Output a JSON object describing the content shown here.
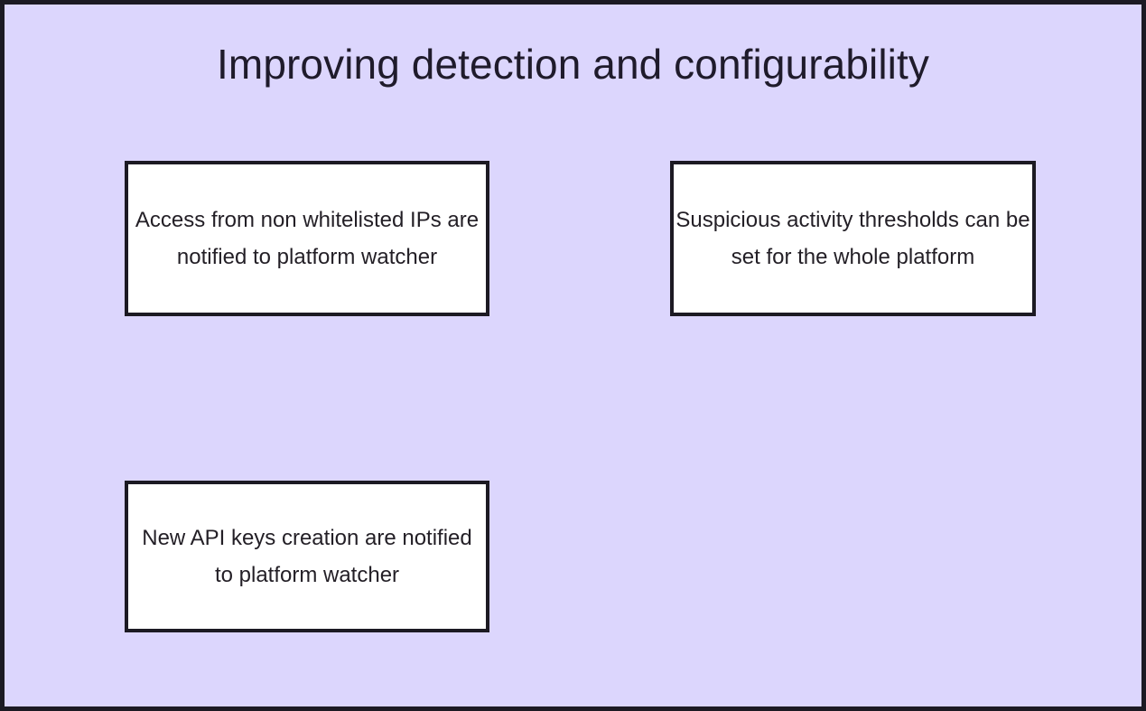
{
  "slide": {
    "title": "Improving detection and configurability",
    "background_color": "#dcd6fd",
    "frame_color": "#1c1a23",
    "title_color": "#1f1b2b"
  },
  "nodes": [
    {
      "id": "access-whitelisted",
      "text": "Access from non whitelisted IPs are notified to platform watcher",
      "fill_color": "#ffffff",
      "border_color": "#1c1a23",
      "text_color": "#231f26"
    },
    {
      "id": "suspicious-thresholds",
      "text": "Suspicious activity thresholds can be set for the whole platform",
      "fill_color": "#ffffff",
      "border_color": "#1c1a23",
      "text_color": "#231f26"
    },
    {
      "id": "api-keys",
      "text": "New API keys creation are notified to platform watcher",
      "fill_color": "#ffffff",
      "border_color": "#1c1a23",
      "text_color": "#231f26"
    }
  ]
}
